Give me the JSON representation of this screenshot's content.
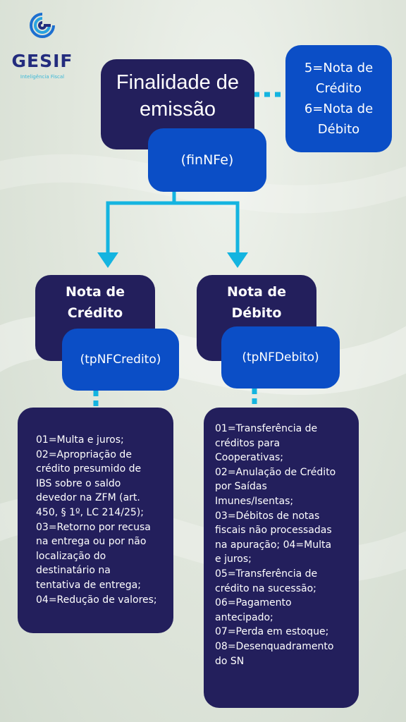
{
  "logo": {
    "name": "GESIF",
    "tagline": "Inteligência Fiscal",
    "icon": "gesif-swirl-icon"
  },
  "colors": {
    "dark_box": "#231f5c",
    "blue_box": "#0b4ec6",
    "connector": "#14b4e0",
    "background": "#e3e9e0"
  },
  "finalidade": {
    "lines": [
      "Finalidade de",
      "emissão"
    ],
    "code": "(finNFe)",
    "options": [
      "5=Nota de",
      "Crédito",
      "6=Nota de",
      "Débito"
    ]
  },
  "nota_credito": {
    "title_lines": [
      "Nota de",
      "Crédito"
    ],
    "code": "(tpNFCredito)",
    "items": [
      "01=Multa e juros;",
      "02=Apropriação de",
      "crédito presumido de",
      "IBS sobre o saldo",
      "devedor na ZFM (art.",
      "450, § 1º, LC 214/25);",
      "03=Retorno por recusa",
      "na entrega ou por não",
      "localização do",
      "destinatário na",
      "tentativa de entrega;",
      "04=Redução de valores;"
    ]
  },
  "nota_debito": {
    "title_lines": [
      "Nota de",
      "Débito"
    ],
    "code": "(tpNFDebito)",
    "items": [
      "01=Transferência de",
      "créditos para",
      "Cooperativas;",
      "02=Anulação de Crédito",
      "por Saídas",
      "Imunes/Isentas;",
      "03=Débitos de notas",
      "fiscais não processadas",
      "na apuração; 04=Multa",
      "e juros;",
      "05=Transferência de",
      "crédito na sucessão;",
      "06=Pagamento",
      "antecipado;",
      "07=Perda em estoque;",
      "08=Desenquadramento",
      "do SN"
    ]
  }
}
